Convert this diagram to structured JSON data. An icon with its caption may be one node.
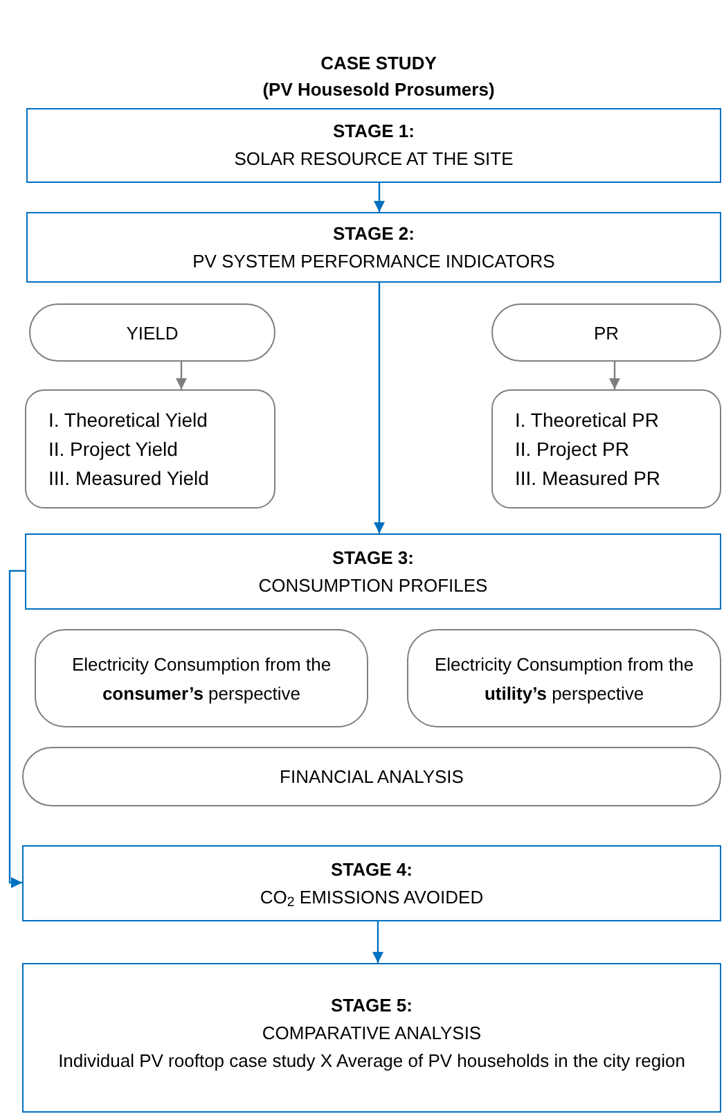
{
  "diagram": {
    "title": "CASE STUDY",
    "nodes": [
      {
        "text": [
          "STAGE 1:",
          "SOLAR RESOURCE AT THE SITE"
        ]
      },
      {
        "text": [
          "STAGE 2:",
          "PV SYSTEM PERFORMANCE INDICATORS"
        ]
      },
      {
        "text": [
          "YIELD"
        ]
      },
      {
        "text": [
          "I. Theoretical Yield",
          "II. Project Yield",
          "III. Measured Yield"
        ]
      },
      {
        "text": [
          "PR"
        ]
      },
      {
        "text": [
          "I. Theoretical PR",
          "II. Project PR",
          "III. Measured PR"
        ]
      },
      {
        "text": [
          "STAGE 3:",
          "CONSUMPTION PROFILES"
        ]
      },
      {
        "text": [
          "Electricity Consumption from the **consumer’s** perspective"
        ]
      },
      {
        "text": [
          "Electricity Consumption from the **utility’s** perspective"
        ]
      },
      {
        "text": [
          "FINANCIAL ANALYSIS"
        ]
      },
      {
        "text": [
          "STAGE 4:",
          "CO$_{2}$ EMISSIONS AVOIDED"
        ]
      },
      {
        "text": [
          "STAGE 5:",
          "COMPARATIVE ANALYSIS",
          "Individual PV rooftop case study X Average of PV households in the city region"
        ]
      }
    ],
    "edges": [
      {
        "from": 0,
        "to": 1,
        "arrow": "to"
      },
      {
        "from": 1,
        "to": 6,
        "arrow": "to"
      },
      {
        "from": 2,
        "to": 3,
        "arrow": "to",
        "color": "#7f7f7f"
      },
      {
        "from": 4,
        "to": 5,
        "arrow": "to",
        "color": "#7f7f7f"
      },
      {
        "from": 6,
        "to": 10,
        "arrow": "to"
      },
      {
        "from": 10,
        "to": 11,
        "arrow": "to"
      }
    ],
    "labels": [
      "(PV Housesold Prosumers)"
    ]
  }
}
